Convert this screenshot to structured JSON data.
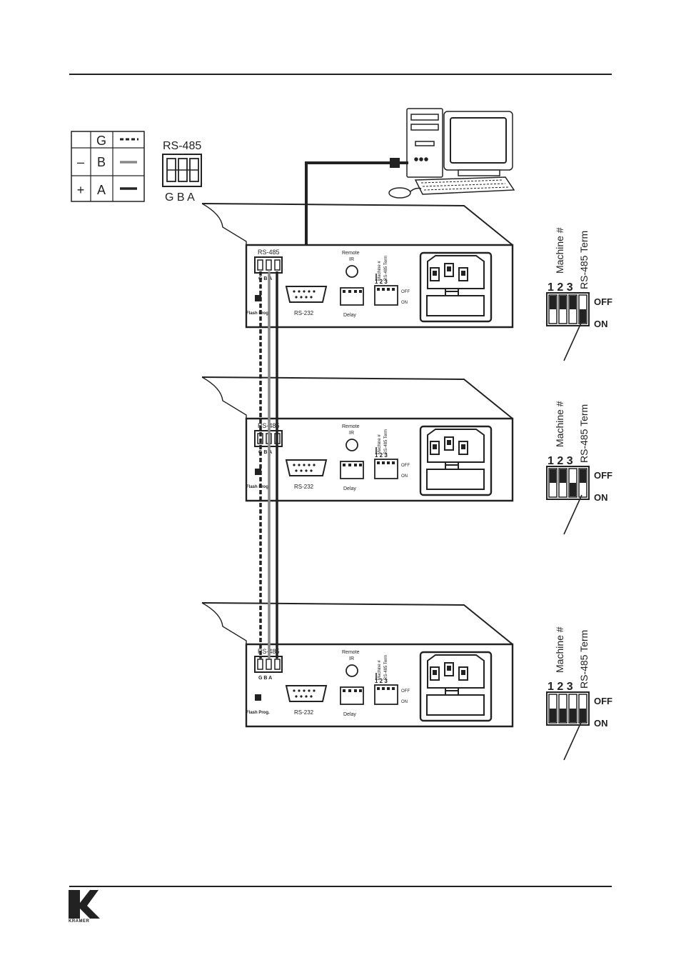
{
  "legend": {
    "rows": [
      {
        "sign": "",
        "letter": "G",
        "line": "dotted"
      },
      {
        "sign": "–",
        "letter": "B",
        "line": "gray"
      },
      {
        "sign": "+",
        "letter": "A",
        "line": "black"
      }
    ],
    "connector_title": "RS-485",
    "connector_pins": "G B A"
  },
  "devices": [
    {
      "rs485": "RS-485",
      "pins": "G B A",
      "flash": "Flash Prog.",
      "rs232": "RS-232",
      "remote": "Remote",
      "ir": "IR",
      "delay": "Delay",
      "machine": "Machine #",
      "term": "RS-485 Term",
      "nums": "1 2 3",
      "off": "OFF",
      "on": "ON",
      "switch": {
        "title1": "Machine #",
        "title2": "RS-485 Term",
        "nums": "1 2 3",
        "off": "OFF",
        "on": "ON",
        "positions": [
          "off",
          "off",
          "off",
          "on"
        ]
      }
    },
    {
      "rs485": "RS-485",
      "pins": "G B A",
      "flash": "Flash Prog.",
      "rs232": "RS-232",
      "remote": "Remote",
      "ir": "IR",
      "delay": "Delay",
      "machine": "Machine #",
      "term": "RS-485 Term",
      "nums": "1 2 3",
      "off": "OFF",
      "on": "ON",
      "switch": {
        "title1": "Machine #",
        "title2": "RS-485 Term",
        "nums": "1 2 3",
        "off": "OFF",
        "on": "ON",
        "positions": [
          "off",
          "off",
          "on",
          "off"
        ]
      }
    },
    {
      "rs485": "RS-485",
      "pins": "G B A",
      "flash": "Flash Prog.",
      "rs232": "RS-232",
      "remote": "Remote",
      "ir": "IR",
      "delay": "Delay",
      "machine": "Machine #",
      "term": "RS-485 Term",
      "nums": "1 2 3",
      "off": "OFF",
      "on": "ON",
      "switch": {
        "title1": "Machine #",
        "title2": "RS-485 Term",
        "nums": "1 2 3",
        "off": "OFF",
        "on": "ON",
        "positions": [
          "on",
          "on",
          "on",
          "on"
        ]
      }
    }
  ],
  "logo": {
    "wordmark": "KRAMER"
  },
  "colors": {
    "ink": "#222222",
    "wire_gray": "#888888",
    "wire_black": "#222222"
  }
}
